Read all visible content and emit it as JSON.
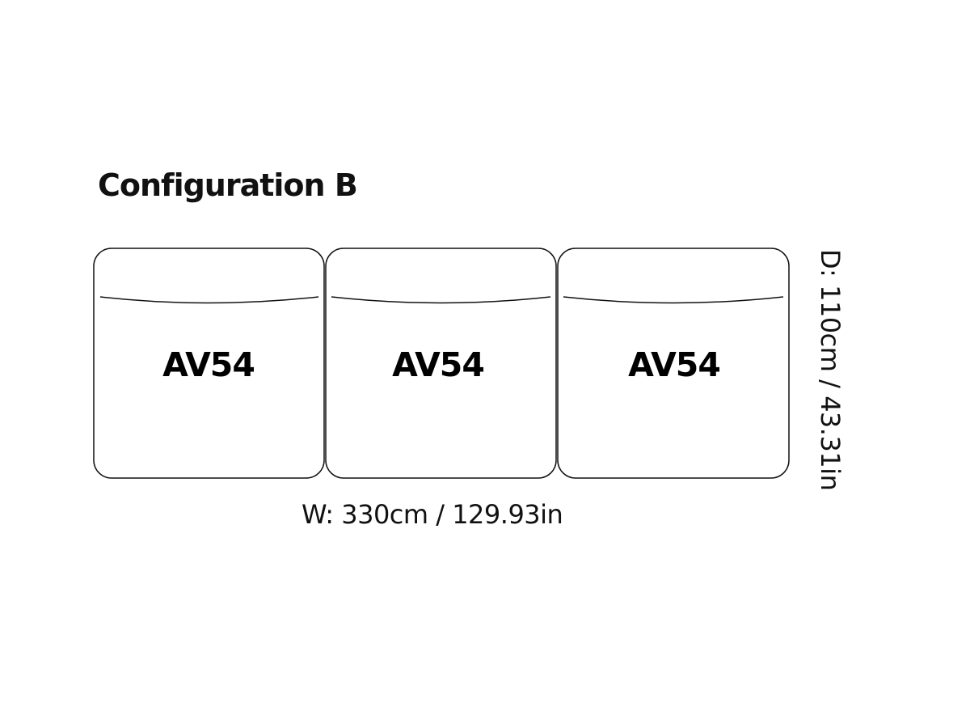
{
  "title": "Configuration B",
  "modules": [
    {
      "label": "AV54"
    },
    {
      "label": "AV54"
    },
    {
      "label": "AV54"
    }
  ],
  "dimensions": {
    "width": "W: 330cm / 129.93in",
    "depth": "D: 110cm / 43.31in"
  },
  "colors": {
    "stroke": "#111111",
    "background": "#ffffff"
  }
}
